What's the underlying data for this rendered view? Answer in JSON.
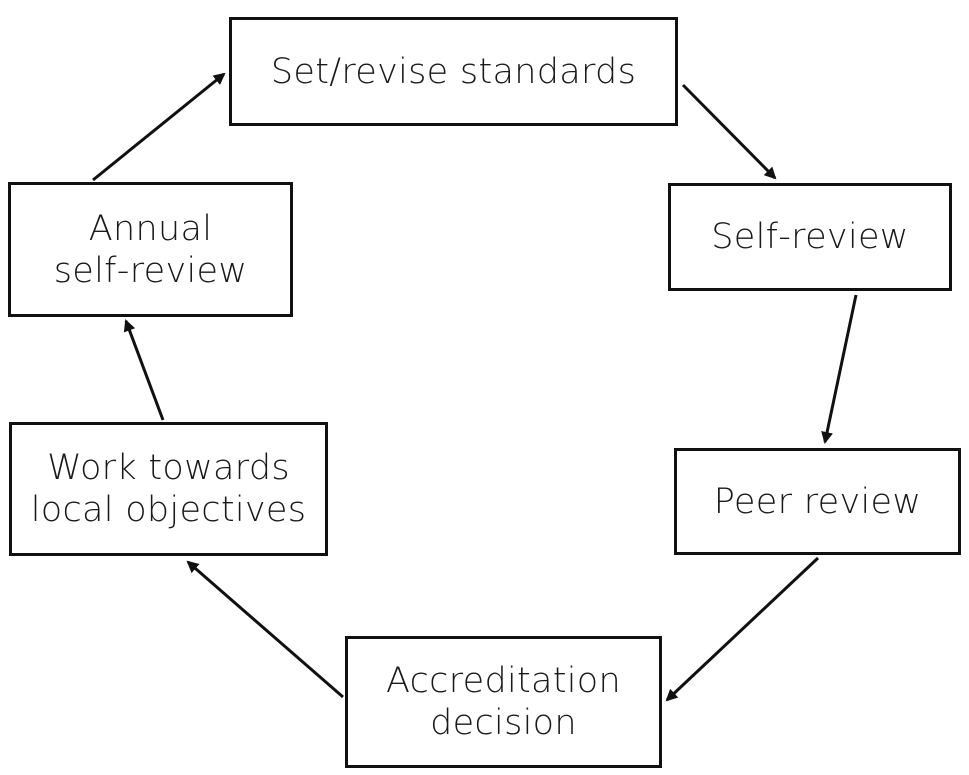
{
  "nodes": {
    "set_standards": {
      "label": "Set/revise standards"
    },
    "self_review": {
      "label": "Self-review"
    },
    "peer_review": {
      "label": "Peer review"
    },
    "accreditation": {
      "line1": "Accreditation",
      "line2": "decision"
    },
    "work_towards": {
      "line1": "Work towards",
      "line2": "local objectives"
    },
    "annual_review": {
      "line1": "Annual",
      "line2": "self-review"
    }
  },
  "colors": {
    "stroke": "#111111",
    "text": "#1a1a1a",
    "background": "#ffffff"
  }
}
